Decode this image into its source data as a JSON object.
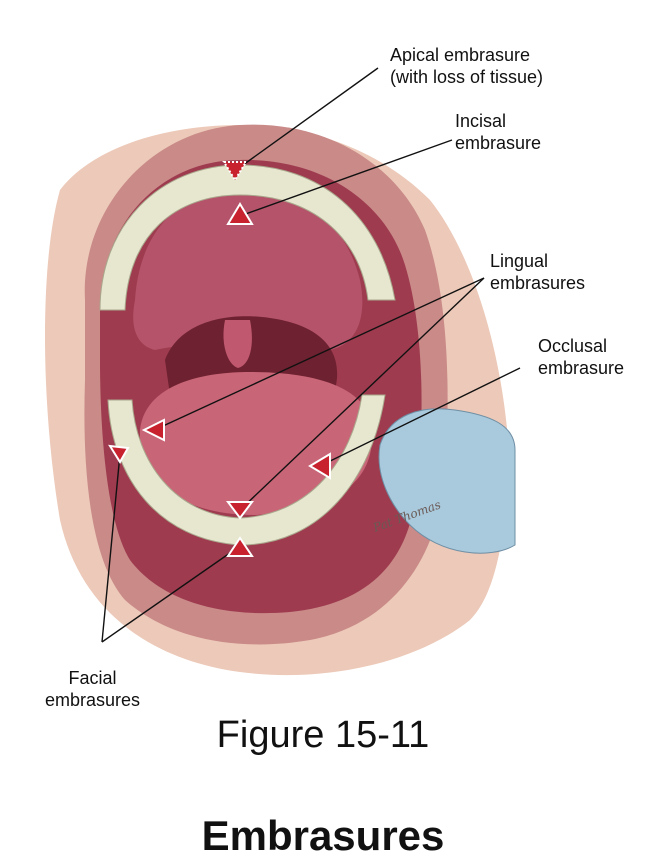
{
  "labels": {
    "apical_line1": "Apical embrasure",
    "apical_line2": "(with loss of tissue)",
    "incisal_line1": "Incisal",
    "incisal_line2": "embrasure",
    "lingual_line1": "Lingual",
    "lingual_line2": "embrasures",
    "occlusal_line1": "Occlusal",
    "occlusal_line2": "embrasure",
    "facial_line1": "Facial",
    "facial_line2": "embrasures"
  },
  "signature": "Pat Thomas",
  "figure": {
    "number": "Figure 15-11",
    "title": "Embrasures"
  },
  "colors": {
    "skin": "#e9c3b3",
    "lip": "#c98a88",
    "palate": "#b4536a",
    "tongue": "#c86577",
    "throat": "#6e2130",
    "tooth": "#e7e6cf",
    "marker": "#c8222f",
    "glove": "#a9c9dc"
  }
}
